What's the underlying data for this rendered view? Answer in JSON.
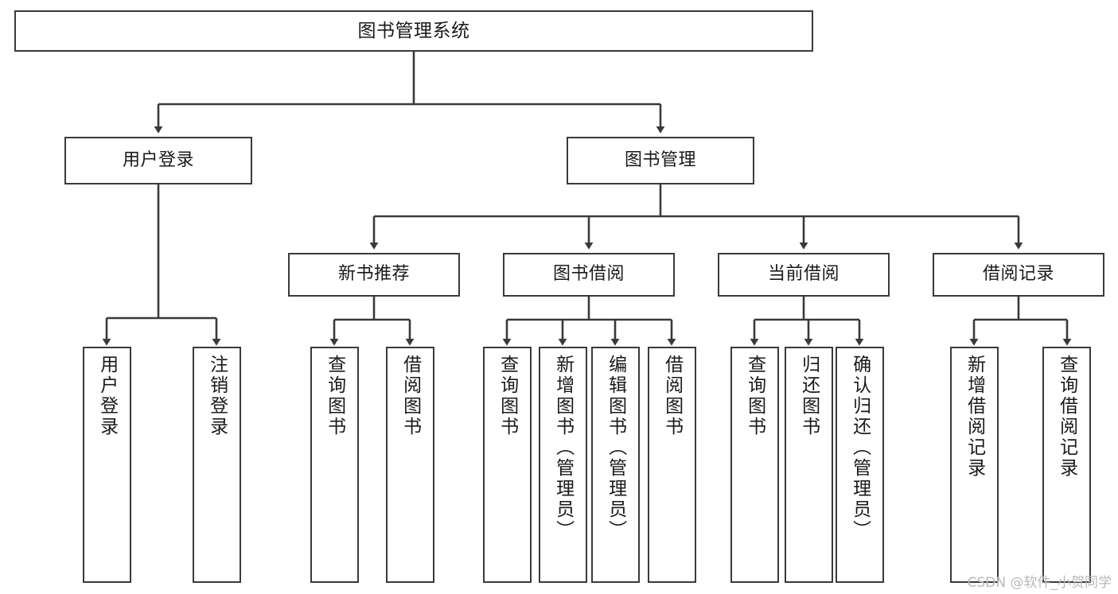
{
  "diagram": {
    "title": "图书管理系统",
    "type": "tree-structure-chart",
    "colors": {
      "box_border": "#3a3a3a",
      "box_fill": "#ffffff",
      "connector": "#3a3a3a",
      "text": "#1a1a1a",
      "watermark": "#b9b9b9"
    },
    "root": {
      "label": "图书管理系统"
    },
    "level2": [
      {
        "label": "用户登录"
      },
      {
        "label": "图书管理"
      }
    ],
    "level3": [
      {
        "label": "新书推荐"
      },
      {
        "label": "图书借阅"
      },
      {
        "label": "当前借阅"
      },
      {
        "label": "借阅记录"
      }
    ],
    "leaves": {
      "user_login": [
        {
          "label": "用户登录"
        },
        {
          "label": "注销登录"
        }
      ],
      "new_book_recommend": [
        {
          "label": "查询图书"
        },
        {
          "label": "借阅图书"
        }
      ],
      "book_borrow": [
        {
          "label": "查询图书"
        },
        {
          "label": "新增图书（管理员）"
        },
        {
          "label": "编辑图书（管理员）"
        },
        {
          "label": "借阅图书"
        }
      ],
      "current_borrow": [
        {
          "label": "查询图书"
        },
        {
          "label": "归还图书"
        },
        {
          "label": "确认归还（管理员）"
        }
      ],
      "borrow_records": [
        {
          "label": "新增借阅记录"
        },
        {
          "label": "查询借阅记录"
        }
      ]
    }
  },
  "watermark": {
    "text": "CSDN @软件_小贺同学"
  }
}
